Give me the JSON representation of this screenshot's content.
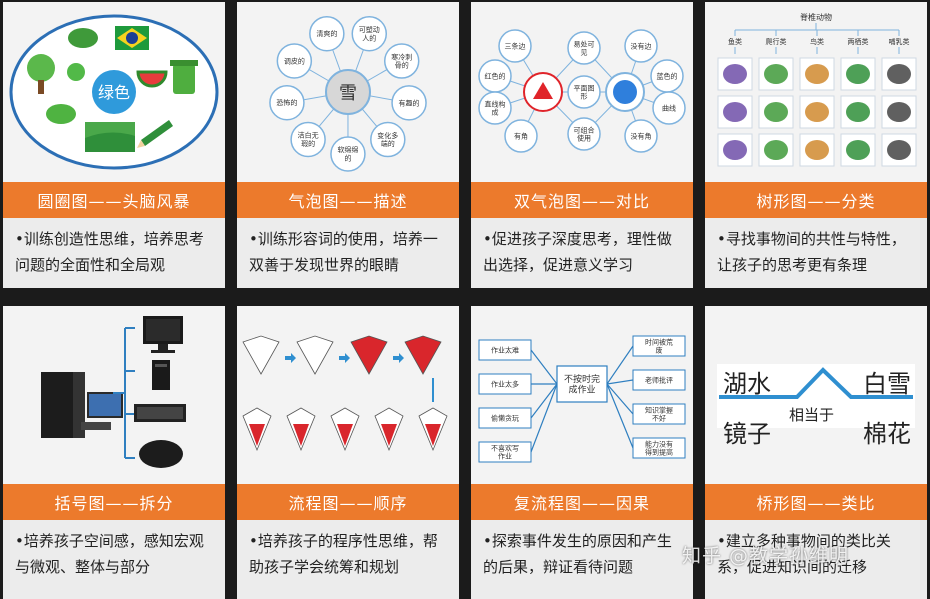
{
  "cards": [
    {
      "title": "圆圈图——头脑风暴",
      "desc": "•训练创造性思维，培养思考问题的全面性和全局观",
      "center_word": "绿色"
    },
    {
      "title": "气泡图——描述",
      "desc": "•训练形容词的使用，培养一双善于发现世界的眼睛",
      "center": "雪",
      "bubbles": [
        "可塑动人的",
        "寒冷刺骨的",
        "有趣的",
        "变化多端的",
        "软绵绵的",
        "洁白无瑕的",
        "恐怖的",
        "调皮的",
        "清爽的"
      ]
    },
    {
      "title": "双气泡图——对比",
      "desc": "•促进孩子深度思考，理性做出选择，促进意义学习",
      "left_bubbles": [
        "三条边",
        "红色的",
        "直线构成",
        "有角"
      ],
      "shared_bubbles": [
        "易处可见",
        "平面图形",
        "可组合使用"
      ],
      "right_bubbles": [
        "没有边",
        "蓝色的",
        "曲线",
        "没有角"
      ]
    },
    {
      "title": "树形图——分类",
      "desc": "•寻找事物间的共性与特性，让孩子的思考更有条理",
      "root": "脊椎动物",
      "branches": [
        "鱼类",
        "爬行类",
        "鸟类",
        "两栖类",
        "哺乳类"
      ]
    },
    {
      "title": "括号图——拆分",
      "desc": "•培养孩子空间感，感知宏观与微观、整体与部分"
    },
    {
      "title": "流程图——顺序",
      "desc": "•培养孩子的程序性思维，帮助孩子学会统筹和规划"
    },
    {
      "title": "复流程图——因果",
      "desc": "•探索事件发生的原因和产生的后果，辩证看待问题",
      "causes": [
        "作业太难",
        "作业太多",
        "偷懒贪玩",
        "不喜欢写作业"
      ],
      "event": "不按时完成作业",
      "effects": [
        "时间被荒废",
        "老师批评",
        "知识掌握不好",
        "能力没有得到提高"
      ]
    },
    {
      "title": "桥形图——类比",
      "desc": "•建立多种事物间的类比关系，促进知识间的迁移",
      "pair1_top": "湖水",
      "pair1_bottom": "镜子",
      "relation": "相当于",
      "pair2_top": "白雪",
      "pair2_bottom": "棉花"
    }
  ],
  "watermark": "知乎 @教学孙维明",
  "colors": {
    "accent": "#ec7a2c",
    "bubble_stroke": "#7fb3de",
    "triangle": "#e0242a",
    "circle": "#2f7fdc"
  }
}
